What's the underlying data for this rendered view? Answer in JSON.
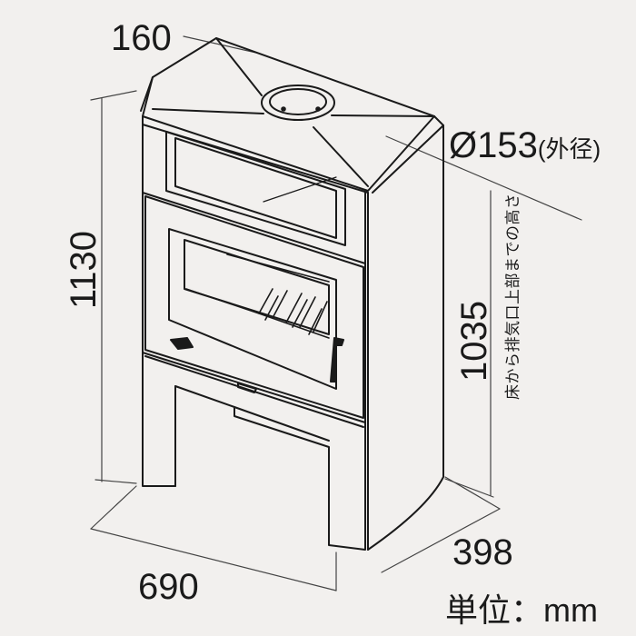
{
  "dimensions": {
    "depth_top": "160",
    "flue_diameter": "Ø153",
    "flue_note": "(外径)",
    "total_height": "1130",
    "flue_height": "1035",
    "flue_height_note": "床から排気口上部までの高さ",
    "depth": "398",
    "width": "690"
  },
  "units_label": "単位：mm",
  "colors": {
    "background": "#f2f0ee",
    "line": "#1a1a1a"
  }
}
